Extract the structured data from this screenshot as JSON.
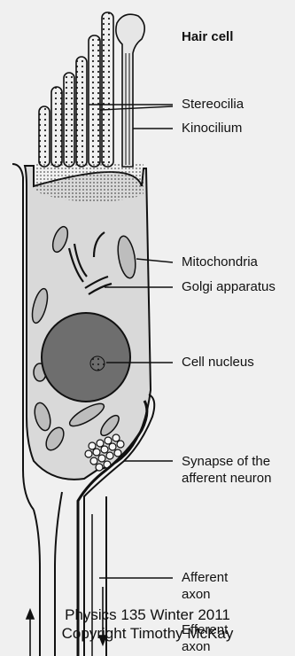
{
  "diagram": {
    "title": "Hair cell",
    "labels": {
      "stereocilia": "Stereocilia",
      "kinocilium": "Kinocilium",
      "mitochondria": "Mitochondria",
      "golgi": "Golgi apparatus",
      "nucleus": "Cell nucleus",
      "synapse_line1": "Synapse of the",
      "synapse_line2": "afferent neuron",
      "afferent_line1": "Afferent",
      "afferent_line2": "axon",
      "efferent_line1": "Efferent",
      "efferent_line2": "axon"
    }
  },
  "credit": {
    "line1": "Physics 135 Winter 2011",
    "line2": "Copyright Timothy McKay"
  },
  "colors": {
    "background": "#f0f0f0",
    "cytoplasm": "#d9d9d9",
    "nucleus": "#6e6e6e",
    "ink": "#111111"
  }
}
